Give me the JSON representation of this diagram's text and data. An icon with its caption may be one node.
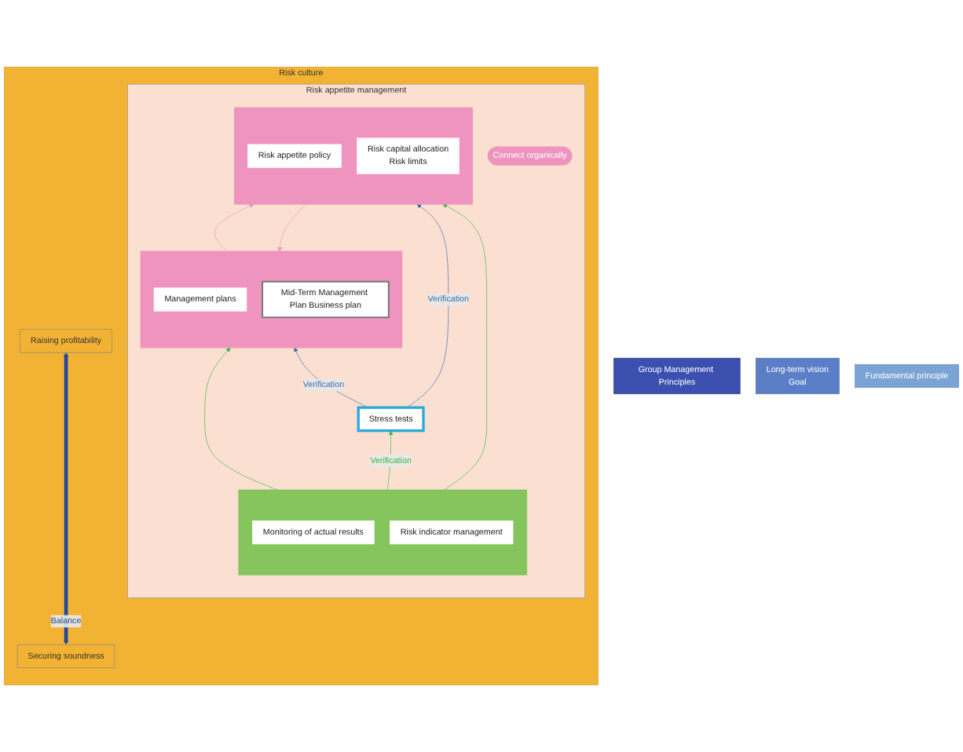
{
  "diagram": {
    "nodes": [
      {
        "text": [
          "Group Management Principles"
        ]
      },
      {
        "text": [
          "Long-term vision",
          "Goal"
        ]
      },
      {
        "text": [
          "Fundamental principle"
        ]
      },
      {
        "text": [
          "Risk culture"
        ]
      },
      {
        "text": [
          "Risk appetite management"
        ],
        "in": 3
      },
      {
        "text": [],
        "shape": "box",
        "in": 4
      },
      {
        "text": [
          "Management plans"
        ],
        "in": 5
      },
      {
        "text": [
          "Mid-Term Management Plan Business plan"
        ],
        "in": 5
      },
      {
        "text": [
          "Connect organically"
        ],
        "in": 4
      },
      {
        "text": [],
        "shape": "box",
        "in": 4
      },
      {
        "text": [
          "Risk appetite policy"
        ],
        "in": 9
      },
      {
        "text": [
          "Risk capital allocation",
          "Risk limits"
        ],
        "in": 9
      },
      {
        "text": [
          "Stress tests"
        ],
        "in": 4
      },
      {
        "text": [],
        "shape": "bar",
        "in": 4
      },
      {
        "text": [
          "Monitoring of actual results"
        ],
        "in": 13
      },
      {
        "text": [
          "Risk indicator management"
        ],
        "in": 13
      },
      {
        "text": [
          "Securing soundness"
        ],
        "in": 3
      },
      {
        "text": [
          "Raising profitability"
        ],
        "in": 3
      }
    ],
    "edges": [
      {
        "from": 5,
        "to": 9,
        "arrow": "to",
        "color": "#ee8fbd"
      },
      {
        "from": 9,
        "to": 5,
        "arrow": "to",
        "color": "#ee8fbd"
      },
      {
        "from": 12,
        "to": 5,
        "arrow": "to",
        "label": "Verification",
        "color": "#3a6fb0"
      },
      {
        "from": 12,
        "to": 9,
        "arrow": "to",
        "label": "Verification",
        "color": "#3a6fb0"
      },
      {
        "from": 13,
        "to": 5,
        "arrow": "to",
        "color": "#3cb44a"
      },
      {
        "from": 13,
        "to": 12,
        "arrow": "to",
        "label": "Verification",
        "color": "#3cb44a"
      },
      {
        "from": 13,
        "to": 9,
        "arrow": "to",
        "color": "#3cb44a"
      },
      {
        "from": 16,
        "to": 17,
        "arrow": "both",
        "label": "Balance",
        "style": "thick",
        "color": "#1f4a9c"
      }
    ]
  }
}
